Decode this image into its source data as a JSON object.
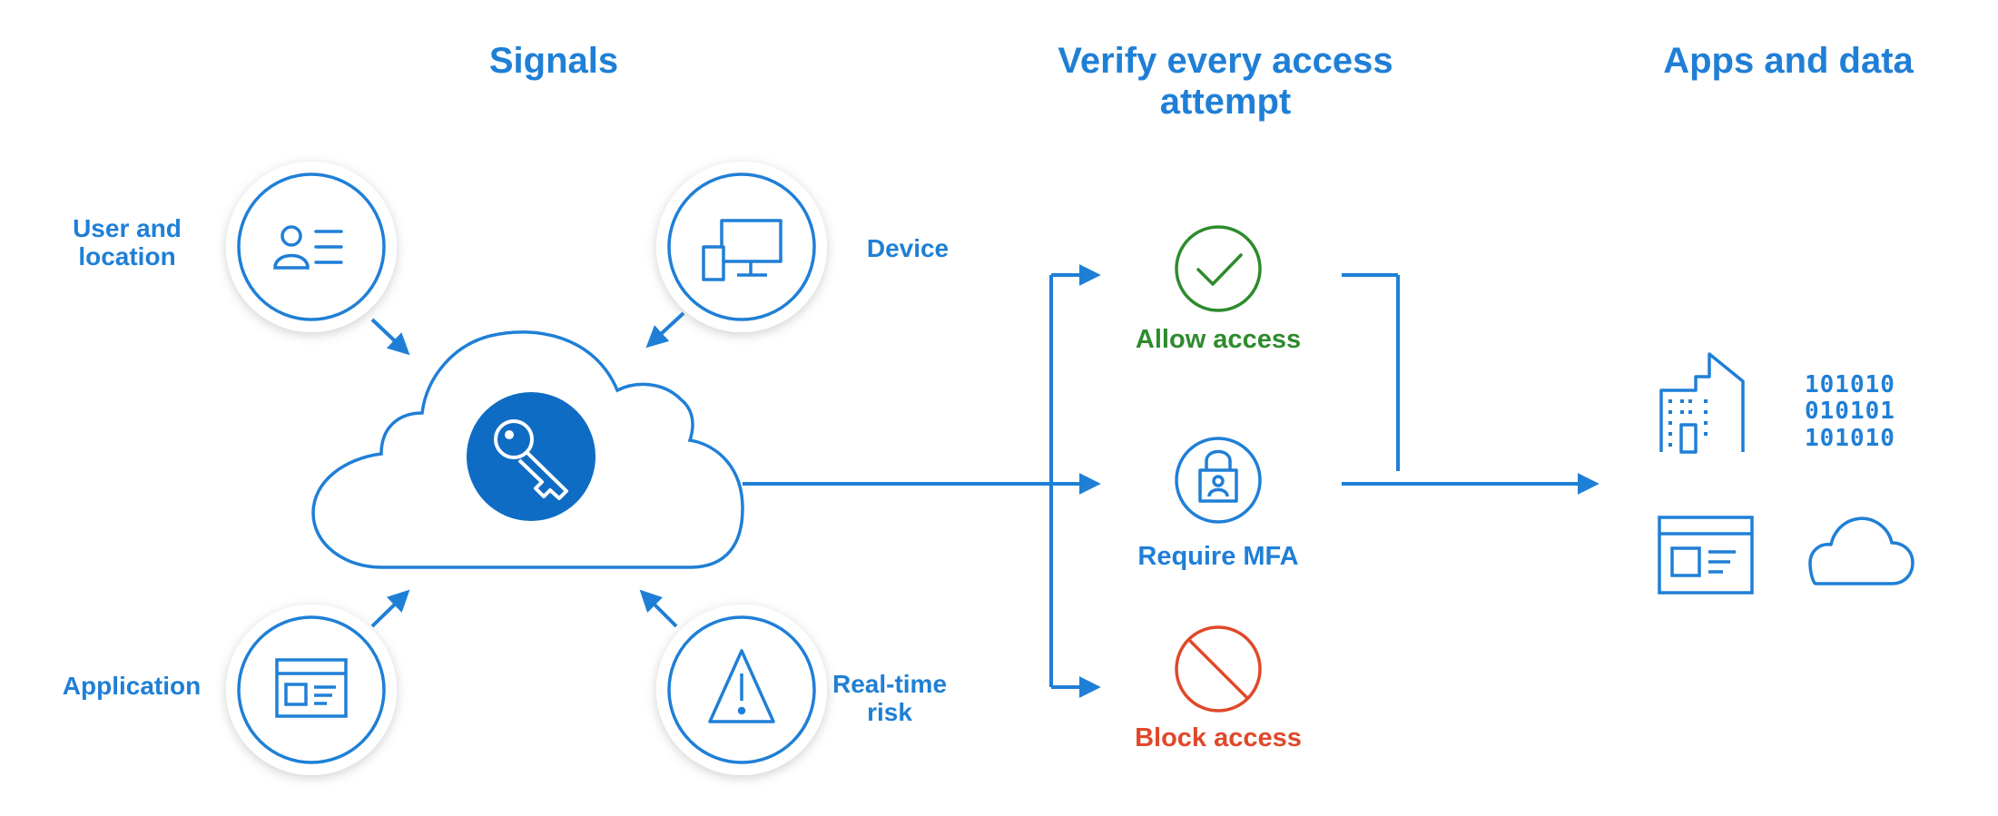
{
  "headings": {
    "signals": "Signals",
    "verify": "Verify every access attempt",
    "apps": "Apps and data"
  },
  "signals": {
    "user_location": "User and location",
    "device": "Device",
    "application": "Application",
    "realtime_risk": "Real-time risk"
  },
  "decisions": {
    "allow": "Allow access",
    "mfa": "Require MFA",
    "block": "Block access"
  },
  "apps": {
    "binary": [
      "101010",
      "010101",
      "101010"
    ]
  },
  "colors": {
    "primary_blue": "#1f7fd6",
    "allow_green": "#2e8b2e",
    "block_orange": "#e0482a"
  },
  "icons": [
    "user-list-icon",
    "device-icon",
    "application-icon",
    "warning-icon",
    "key-icon",
    "check-icon",
    "lock-icon",
    "block-icon",
    "building-icon",
    "binary-data-icon",
    "app-window-icon",
    "cloud-icon"
  ]
}
